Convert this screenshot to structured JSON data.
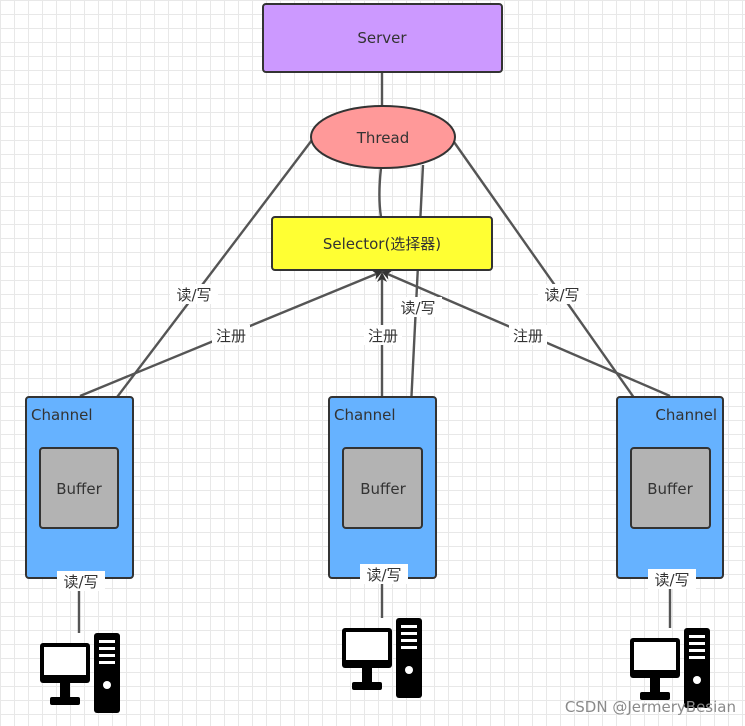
{
  "nodes": {
    "server": "Server",
    "thread": "Thread",
    "selector": "Selector(选择器)",
    "channel_label": "Channel",
    "buffer_label": "Buffer"
  },
  "edge_labels": {
    "read_write": "读/写",
    "register": "注册"
  },
  "colors": {
    "server_fill": "#cc99ff",
    "thread_fill": "#ff9999",
    "selector_fill": "#ffff33",
    "channel_fill": "#66b2ff",
    "buffer_fill": "#b3b3b3",
    "stroke": "#333333"
  },
  "icons": [
    "computer-icon",
    "computer-icon",
    "computer-icon"
  ],
  "watermark": "CSDN @JermeryBesian"
}
